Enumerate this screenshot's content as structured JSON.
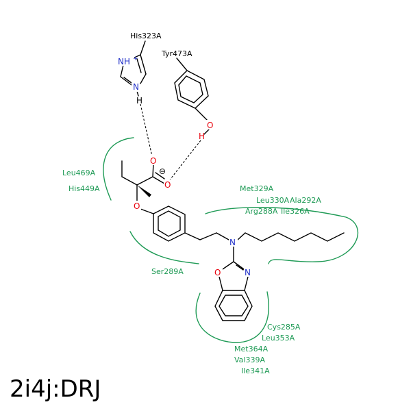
{
  "title": "2i4j:DRJ",
  "colors": {
    "residue": "#1e9a55",
    "oxygen": "#e8000b",
    "nitrogen": "#2231c8",
    "bond": "#000000"
  },
  "anchors": {
    "his": "His323A",
    "tyr": "Tyr473A"
  },
  "atoms": {
    "nh": "NH",
    "nh_charge": "+",
    "n_ring": "N",
    "h_his": "H",
    "o_tyr": "O",
    "h_tyr": "H",
    "o_carb1": "O",
    "o_carb2": "O",
    "neg_charge": "⊖",
    "o_ether": "O",
    "n_amine": "N",
    "o_oxazole": "O",
    "n_oxazole": "N"
  },
  "residues": {
    "leu469": "Leu469A",
    "his449": "His449A",
    "met329": "Met329A",
    "leu330": "Leu330A",
    "ala292": "Ala292A",
    "arg288": "Arg288A",
    "ile326": "Ile326A",
    "ser289": "Ser289A",
    "cys285": "Cys285A",
    "leu353": "Leu353A",
    "met364": "Met364A",
    "val339": "Val339A",
    "ile341": "Ile341A"
  }
}
